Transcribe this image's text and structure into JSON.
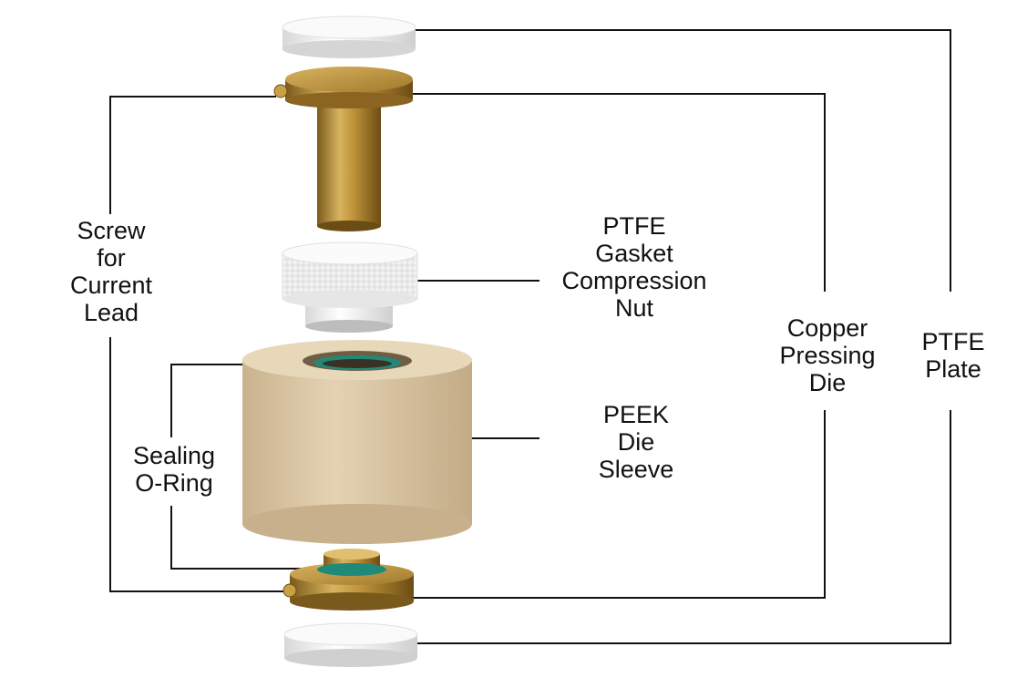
{
  "labels": {
    "screw": [
      "Screw",
      "for",
      "Current",
      "Lead"
    ],
    "ptfe_nut": [
      "PTFE",
      "Gasket",
      "Compression",
      "Nut"
    ],
    "peek": [
      "PEEK",
      "Die",
      "Sleeve"
    ],
    "oring": [
      "Sealing",
      "O-Ring"
    ],
    "copper": [
      "Copper",
      "Pressing",
      "Die"
    ],
    "ptfe_plate": [
      "PTFE",
      "Plate"
    ]
  },
  "colors": {
    "ptfe": "#f4f4f4",
    "brass": "#c9a043",
    "brass_dark": "#8a6420",
    "peek": "#dcc9a8",
    "oring": "#1f8a7a",
    "line": "#111111"
  }
}
